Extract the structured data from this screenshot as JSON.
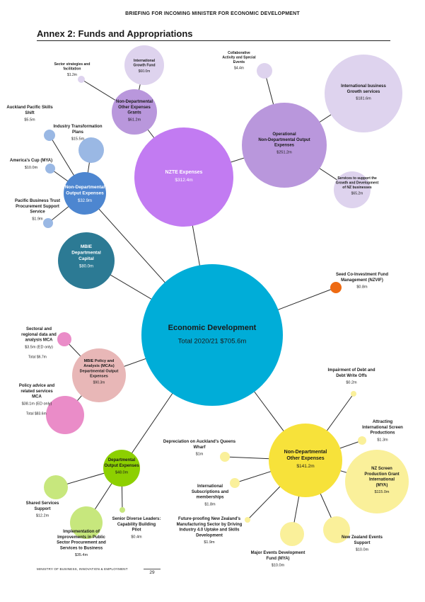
{
  "header": "BRIEFING FOR INCOMING MINISTER FOR ECONOMIC DEVELOPMENT",
  "title": "Annex 2: Funds and Appropriations",
  "footer": "MINISTRY OF BUSINESS, INNOVATION & EMPLOYMENT",
  "page_number": "29",
  "colors": {
    "center": "#00ADD8",
    "purple": "#C27BF2",
    "lavender": "#B997DC",
    "pale_lavender": "#DED3EE",
    "blue": "#4D86D0",
    "light_blue": "#9AB8E4",
    "teal": "#2C7A94",
    "orange": "#EE6A12",
    "pink_mauve": "#E8B7B7",
    "pink": "#EA8CC8",
    "green": "#8DD000",
    "light_green": "#C7E77D",
    "yellow": "#F7E23A",
    "pale_yellow": "#FAF09A"
  },
  "nodes": [
    {
      "id": "economic_development",
      "lines": [
        "Economic Development"
      ],
      "value": "Total 2020/21 $705.6m"
    },
    {
      "id": "nzte_expenses",
      "lines": [
        "NZTE Expenses"
      ],
      "value": "$312.4m"
    },
    {
      "id": "operational_non_departmental",
      "lines": [
        "Operational",
        "Non-Departmental Output",
        "Expenses"
      ],
      "value": "$251.2m"
    },
    {
      "id": "international_business_growth",
      "lines": [
        "International business",
        "Growth services"
      ],
      "value": "$181.6m"
    },
    {
      "id": "collaborative_activity",
      "lines": [
        "Collaborative",
        "Activity and Special",
        "Events"
      ],
      "value": "$4.4m"
    },
    {
      "id": "services_growth_nz_business",
      "lines": [
        "Services to support the",
        "Growth and Development",
        "of NZ businesses"
      ],
      "value": "$65.2m"
    },
    {
      "id": "nd_other_expenses_grants",
      "lines": [
        "Non-Departmental",
        "Other Expenses",
        "Grants"
      ],
      "value": "$61.2m"
    },
    {
      "id": "international_growth_fund",
      "lines": [
        "International",
        "Growth Fund"
      ],
      "value": "$60.0m"
    },
    {
      "id": "sector_strategies",
      "lines": [
        "Sector strategies and",
        "facilitation"
      ],
      "value": "$1.2m"
    },
    {
      "id": "nd_output_expenses",
      "lines": [
        "Non-Departmental",
        "Output Expenses"
      ],
      "value": "$32.9m"
    },
    {
      "id": "auckland_pacific_skills",
      "lines": [
        "Auckland Pacific Skills",
        "Shift"
      ],
      "value": "$5.5m"
    },
    {
      "id": "industry_transformation",
      "lines": [
        "Industry Transformation",
        "Plans"
      ],
      "value": "$15.5m"
    },
    {
      "id": "americas_cup",
      "lines": [
        "America's Cup (MYA)"
      ],
      "value": "$10.0m"
    },
    {
      "id": "pacific_business_trust",
      "lines": [
        "Pacific Business Trust",
        "Procurement Support",
        "Service"
      ],
      "value": "$1.9m"
    },
    {
      "id": "mbie_departmental_capital",
      "lines": [
        "MBIE",
        "Departmental",
        "Capital"
      ],
      "value": "$80.0m"
    },
    {
      "id": "seed_co_investment",
      "lines": [
        "Seed Co-Investment Fund",
        "Management (NZVIF)"
      ],
      "value": "$0.8m"
    },
    {
      "id": "mbie_policy_advice",
      "lines": [
        "MBIE Policy and",
        "Analysis (MCAs)",
        "Departmental Output",
        "Expenses"
      ],
      "value": "$90.3m"
    },
    {
      "id": "sectoral_regional_data",
      "lines": [
        "Sectoral and",
        "regional data and",
        "analysis MCA"
      ],
      "value": "$3.5m (ED only)",
      "total": "Total $6.7m"
    },
    {
      "id": "policy_advice_services",
      "lines": [
        "Policy advice and",
        "related services",
        "MCA"
      ],
      "value": "$38.1m (ED only)",
      "total": "Total $83.6m"
    },
    {
      "id": "departmental_output_expenses",
      "lines": [
        "Departmental",
        "Output Expenses"
      ],
      "value": "$48.0m"
    },
    {
      "id": "shared_services_support",
      "lines": [
        "Shared Services",
        "Support"
      ],
      "value": "$12.2m"
    },
    {
      "id": "public_sector_procurement",
      "lines": [
        "Implementation of",
        "Improvements in Public",
        "Sector Procurement and",
        "Services to Business"
      ],
      "value": "$35.4m"
    },
    {
      "id": "senior_diverse_leaders",
      "lines": [
        "Senior Diverse Leaders:",
        "Capability Building",
        "Pilot"
      ],
      "value": "$0.4m"
    },
    {
      "id": "nd_other_expenses",
      "lines": [
        "Non-Departmental",
        "Other Expenses"
      ],
      "value": "$141.2m"
    },
    {
      "id": "impairment_of_debt",
      "lines": [
        "Impairment of Debt and",
        "Debt Write Offs"
      ],
      "value": "$0.2m"
    },
    {
      "id": "attracting_screen_productions",
      "lines": [
        "Attracting",
        "International Screen",
        "Productions"
      ],
      "value": "$1.3m"
    },
    {
      "id": "nz_screen_grant",
      "lines": [
        "NZ Screen",
        "Production Grant",
        "International",
        "(MYA)"
      ],
      "value": "$115.0m"
    },
    {
      "id": "nz_events_support",
      "lines": [
        "New Zealand Events",
        "Support"
      ],
      "value": "$10.0m"
    },
    {
      "id": "major_events_fund",
      "lines": [
        "Major Events Development",
        "Fund (MYA)"
      ],
      "value": "$10.0m"
    },
    {
      "id": "future_proofing_manufacturing",
      "lines": [
        "Future-proofing New Zealand's",
        "Manufacturing Sector by Driving",
        "Industry 4.0 Uptake and Skills",
        "Development"
      ],
      "value": "$1.9m"
    },
    {
      "id": "international_subscriptions",
      "lines": [
        "International",
        "Subscriptions and",
        "memberships"
      ],
      "value": "$1.8m"
    },
    {
      "id": "depreciation_queens_wharf",
      "lines": [
        "Depreciation on Auckland's Queens",
        "Wharf"
      ],
      "value": "$1m"
    }
  ]
}
